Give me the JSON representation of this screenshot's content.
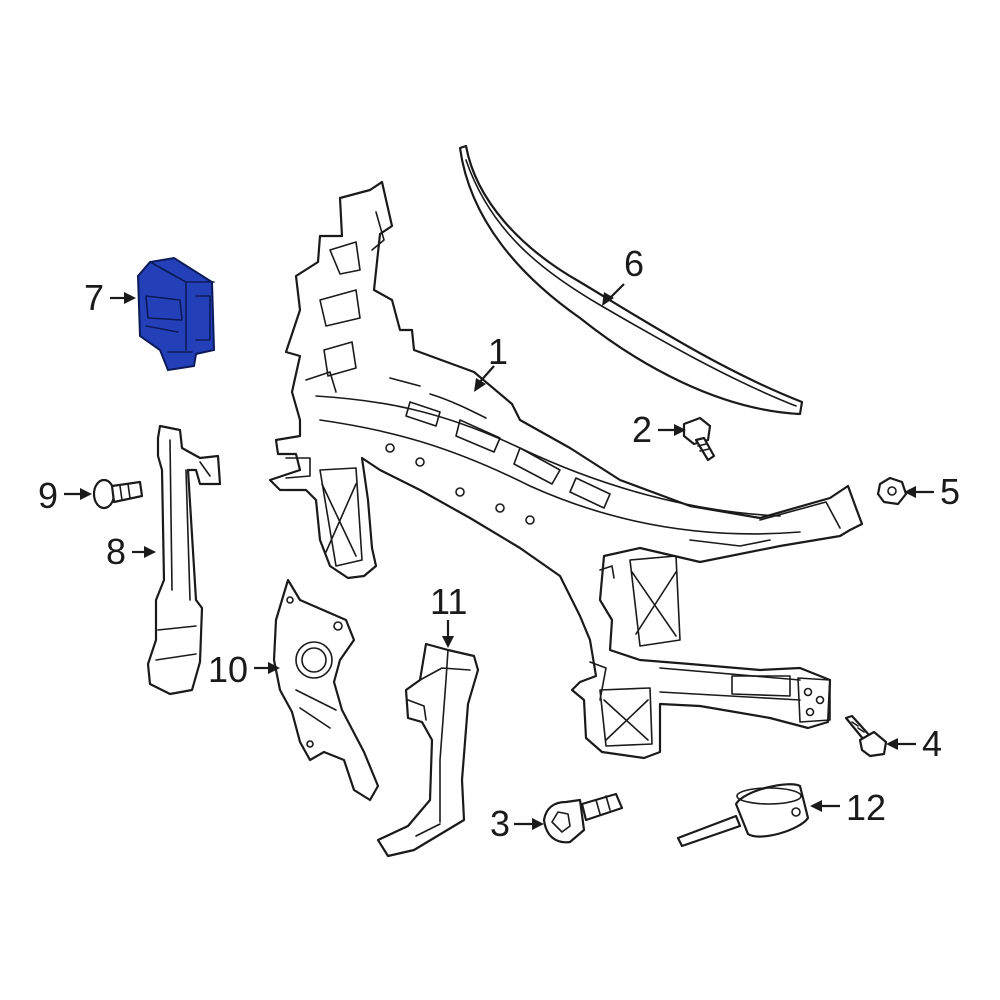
{
  "highlight_color": "#2340b8",
  "callouts": {
    "c1": "1",
    "c2": "2",
    "c3": "3",
    "c4": "4",
    "c5": "5",
    "c6": "6",
    "c7": "7",
    "c8": "8",
    "c9": "9",
    "c10": "10",
    "c11": "11",
    "c12": "12"
  }
}
